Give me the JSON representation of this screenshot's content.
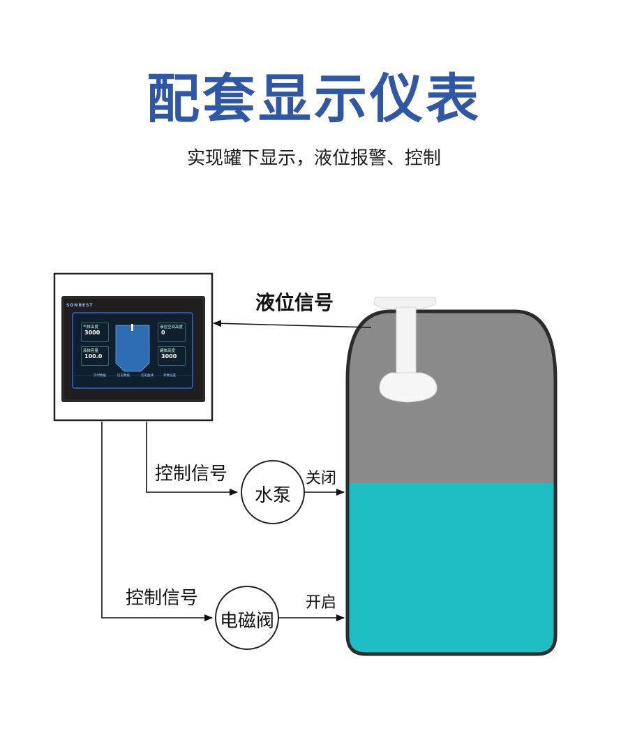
{
  "title": "配套显示仪表",
  "subtitle": "实现罐下显示，液位报警、控制",
  "labels": {
    "level_signal": "液位信号",
    "control_signal_pump": "控制信号",
    "control_signal_valve": "控制信号",
    "pump_action": "关闭",
    "valve_action": "开启"
  },
  "nodes": {
    "pump": "水泵",
    "valve": "电磁阀"
  },
  "meter": {
    "brand": "SONBEST",
    "panels": [
      {
        "title": "气体高度",
        "value": "3000"
      },
      {
        "title": "液体容量",
        "value": "100.0"
      },
      {
        "title": "液位空间高度",
        "value": "0"
      },
      {
        "title": "罐体高度",
        "value": "3000"
      }
    ],
    "nav": [
      "实时数据",
      "历史数据",
      "历史曲线",
      "参数设置"
    ]
  },
  "colors": {
    "title": "#2f57a6",
    "liquid": "#1fbec4",
    "tank_gas": "#8a8a8a",
    "tank_outline": "#2b2b2b"
  }
}
